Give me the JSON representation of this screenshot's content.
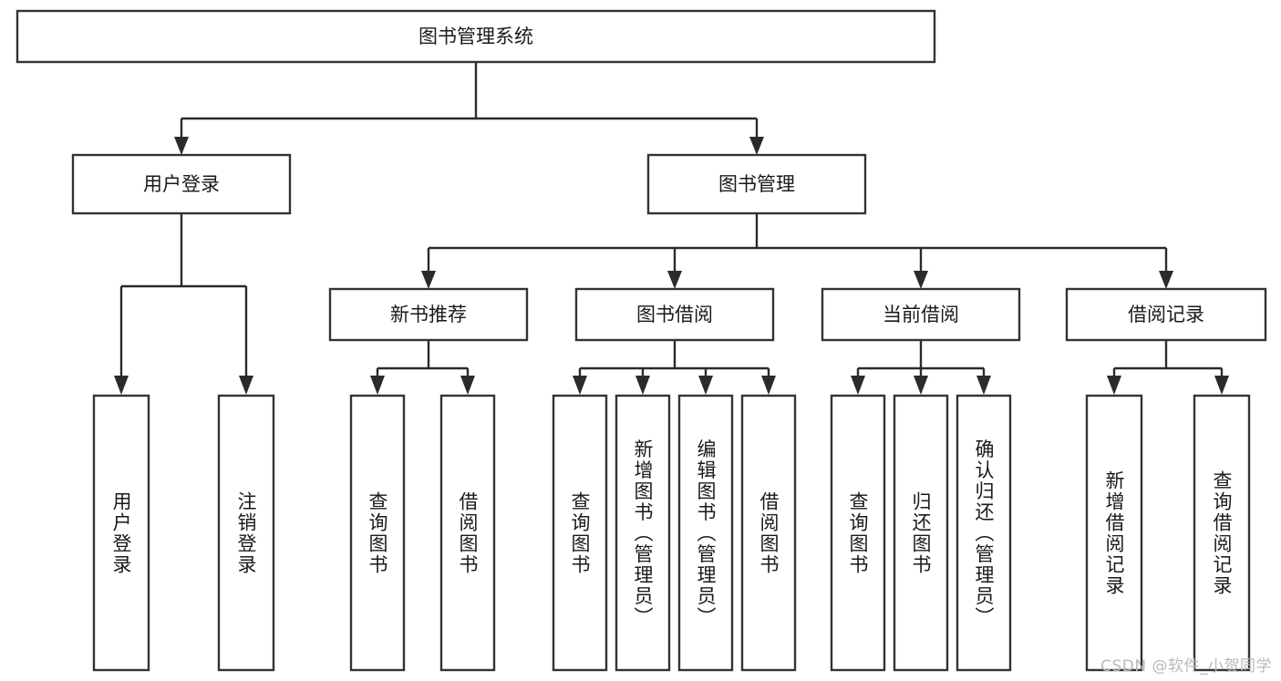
{
  "diagram": {
    "type": "tree",
    "title": "图书管理系统",
    "watermark": "CSDN @软件_小贺同学",
    "colors": {
      "box_stroke": "#333333",
      "box_fill": "#ffffff",
      "connector": "#2b2b2b",
      "text": "#1a1a1a",
      "watermark": "#b9b9b9",
      "background": "#ffffff"
    },
    "root": {
      "label": "图书管理系统"
    },
    "level1": [
      {
        "label": "用户登录"
      },
      {
        "label": "图书管理"
      }
    ],
    "level2": [
      {
        "label": "新书推荐"
      },
      {
        "label": "图书借阅"
      },
      {
        "label": "当前借阅"
      },
      {
        "label": "借阅记录"
      }
    ],
    "leaves": {
      "user_login": [
        {
          "label": "用户登录"
        },
        {
          "label": "注销登录"
        }
      ],
      "new_book_recommend": [
        {
          "label": "查询图书"
        },
        {
          "label": "借阅图书"
        }
      ],
      "book_borrow": [
        {
          "label": "查询图书"
        },
        {
          "label": "新增图书（管理员）"
        },
        {
          "label": "编辑图书（管理员）"
        },
        {
          "label": "借阅图书"
        }
      ],
      "current_borrow": [
        {
          "label": "查询图书"
        },
        {
          "label": "归还图书"
        },
        {
          "label": "确认归还（管理员）"
        }
      ],
      "borrow_record": [
        {
          "label": "新增借阅记录"
        },
        {
          "label": "查询借阅记录"
        }
      ]
    }
  }
}
